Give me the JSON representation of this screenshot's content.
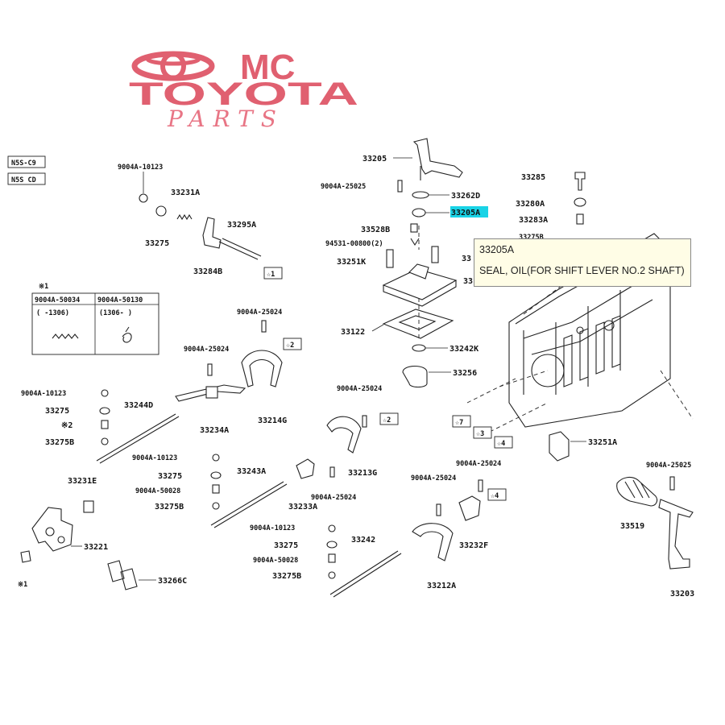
{
  "logo": {
    "line1": "MC",
    "line2": "TOYOTA",
    "line3": "PARTS"
  },
  "legend_codes": [
    "N5S-C9",
    "N5S CD"
  ],
  "selected_part": "33205A",
  "tooltip": {
    "code": "33205A",
    "description": "SEAL, OIL(FOR SHIFT LEVER NO.2 SHAFT)"
  },
  "inset": {
    "marker": "※1",
    "col1_code": "9004A-50034",
    "col2_code": "9004A-50130",
    "col1_range": "(    -1306)",
    "col2_range": "(1306-    )"
  },
  "callouts": {
    "p9004a_10123_a": "9004A-10123",
    "p33231a": "33231A",
    "p33295a": "33295A",
    "p33275_a": "33275",
    "p33284b": "33284B",
    "star1": "☆1",
    "p33205": "33205",
    "p9004a_25025_a": "9004A-25025",
    "p33262d": "33262D",
    "p33205a": "33205A",
    "p33528b": "33528B",
    "p94531": "94531-00800(2)",
    "p33251k": "33251K",
    "p33_a": "33",
    "p33_b": "33",
    "p33122": "33122",
    "p33242k": "33242K",
    "p33256": "33256",
    "p33285": "33285",
    "p33280a": "33280A",
    "p33283a": "33283A",
    "p33275b_top": "33275B",
    "p9004a_25024_a": "9004A-25024",
    "star2_a": "☆2",
    "p9004a_25024_b": "9004A-25024",
    "p9004a_10123_b": "9004A-10123",
    "p33244d": "33244D",
    "p33234a": "33234A",
    "p33214g": "33214G",
    "p33275_b": "33275",
    "ref2": "※2",
    "p33275b_a": "33275B",
    "p9004a_25024_c": "9004A-25024",
    "star2_b": "☆2",
    "p33213g": "33213G",
    "star7": "☆7",
    "star3": "☆3",
    "star4_a": "☆4",
    "p33251a": "33251A",
    "p9004a_10123_c": "9004A-10123",
    "p33275_c": "33275",
    "p9004a_50028_a": "9004A-50028",
    "p33275b_b": "33275B",
    "p33243a": "33243A",
    "p33233a": "33233A",
    "p9004a_25024_d": "9004A-25024",
    "p33231e": "33231E",
    "p33221": "33221",
    "ref1": "※1",
    "p33266c": "33266C",
    "p9004a_10123_d": "9004A-10123",
    "p33275_d": "33275",
    "p9004a_50028_b": "9004A-50028",
    "p33275b_c": "33275B",
    "p33242": "33242",
    "p9004a_25024_e": "9004A-25024",
    "p9004a_25024_f": "9004A-25024",
    "star4_b": "☆4",
    "p33232f": "33232F",
    "p33212a": "33212A",
    "p9004a_25025_b": "9004A-25025",
    "p33519": "33519",
    "p33203": "33203"
  },
  "colors": {
    "logo": "#e06070",
    "highlight": "#19d3e6",
    "tooltip_bg": "#fffde6"
  }
}
